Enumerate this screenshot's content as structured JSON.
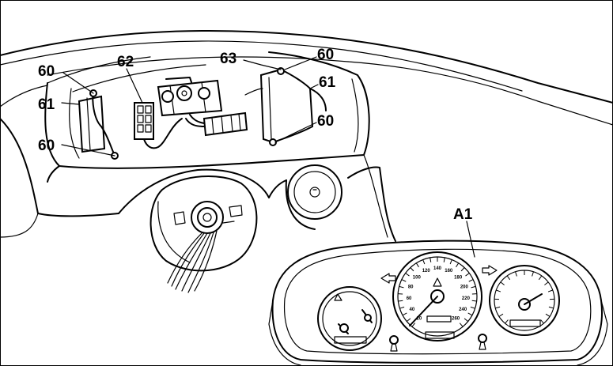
{
  "labels": {
    "c60_top_left": "60",
    "c62": "62",
    "c63": "63",
    "c60_top_right": "60",
    "c61_left": "61",
    "c61_right": "61",
    "c60_left": "60",
    "c60_right": "60",
    "a1": "A1"
  },
  "speedo_numbers": [
    "20",
    "40",
    "60",
    "80",
    "100",
    "120",
    "140",
    "160",
    "180",
    "200",
    "220",
    "240",
    "260"
  ]
}
